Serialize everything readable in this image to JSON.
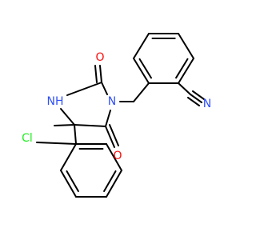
{
  "colors": {
    "carbon": "#000000",
    "oxygen": "#ff0d0d",
    "nitrogen": "#3050f8",
    "chlorine": "#1ff01f"
  },
  "atoms": {
    "nitrile_n": {
      "label": "N",
      "element": "nitrogen"
    },
    "carbonyl_o_top": {
      "label": "O",
      "element": "oxygen"
    },
    "carbonyl_o_bottom": {
      "label": "O",
      "element": "oxygen"
    },
    "ring_nh": {
      "label": "NH",
      "element": "nitrogen"
    },
    "ring_n": {
      "label": "N",
      "element": "nitrogen"
    },
    "chloro": {
      "label": "Cl",
      "element": "chlorine"
    }
  }
}
